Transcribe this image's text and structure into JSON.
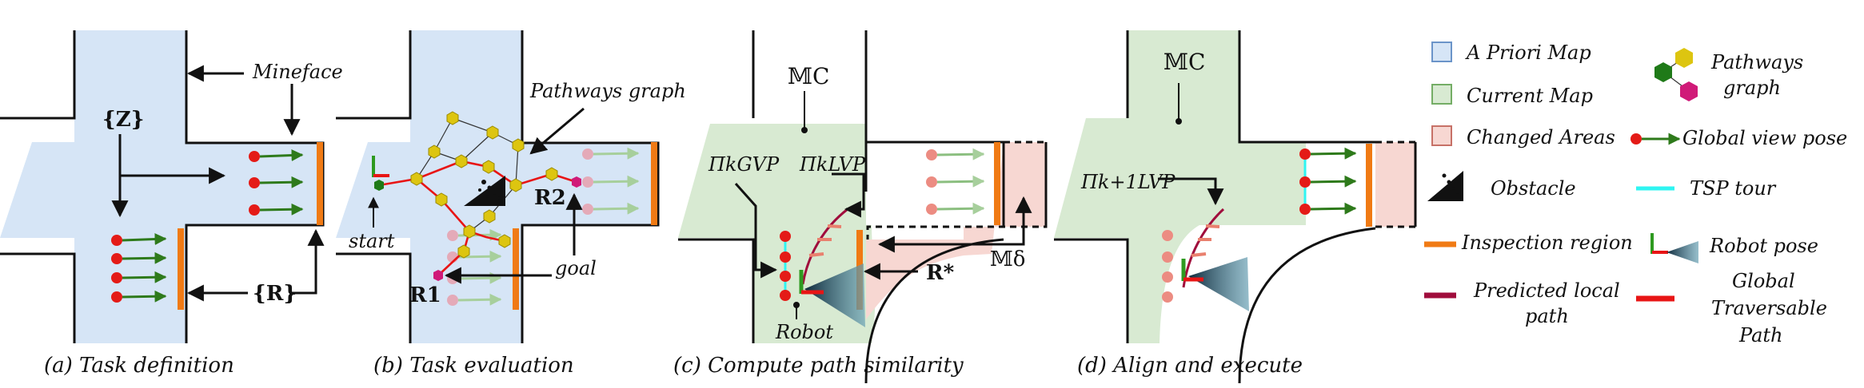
{
  "captions": {
    "a": "(a) Task definition",
    "b": "(b) Task evaluation",
    "c": "(c) Compute path similarity",
    "d": "(d) Align and execute"
  },
  "panel_a": {
    "mineface": "Mineface",
    "z_set": "{Z}",
    "r_set": "{R}"
  },
  "panel_b": {
    "pathways_graph": "Pathways graph",
    "r2": "R2",
    "r1": "R1",
    "start": "start",
    "goal": "goal"
  },
  "panel_c": {
    "mc": "𝕄C",
    "pi_gvp": "ΠkGVP",
    "pi_lvp": "ΠkLVP",
    "r_star": "R*",
    "m_delta": "𝕄δ",
    "robot": "Robot"
  },
  "panel_d": {
    "mc": "𝕄C",
    "pi_lvp": "Πk+1LVP"
  },
  "legend": {
    "a_priori_map": "A Priori Map",
    "current_map": "Current Map",
    "changed_areas": "Changed Areas",
    "pathways_graph": "Pathways graph",
    "global_view_pose": "Global view pose",
    "obstacle": "Obstacle",
    "tsp_tour": "TSP tour",
    "inspection_region": "Inspection region",
    "robot_pose": "Robot pose",
    "predicted_local_path": "Predicted local path",
    "global_traversable_path": "Global Traversable Path"
  },
  "colors": {
    "a_priori_fill": "#d6e5f6",
    "a_priori_edge": "#6b94c9",
    "current_fill": "#d8ead2",
    "current_edge": "#74ad65",
    "changed_fill": "#f7d7d2",
    "changed_edge": "#c77167",
    "inspection": "#f07a14",
    "view_pose": "#e41b17",
    "view_arrow": "#2e7a1b",
    "graph_node": "#ddc510",
    "graph_node_green": "#1f7a18",
    "graph_node_magenta": "#d01a78",
    "tsp": "#2ff5f2",
    "local_path": "#a00d3c",
    "global_path": "#e81515"
  }
}
